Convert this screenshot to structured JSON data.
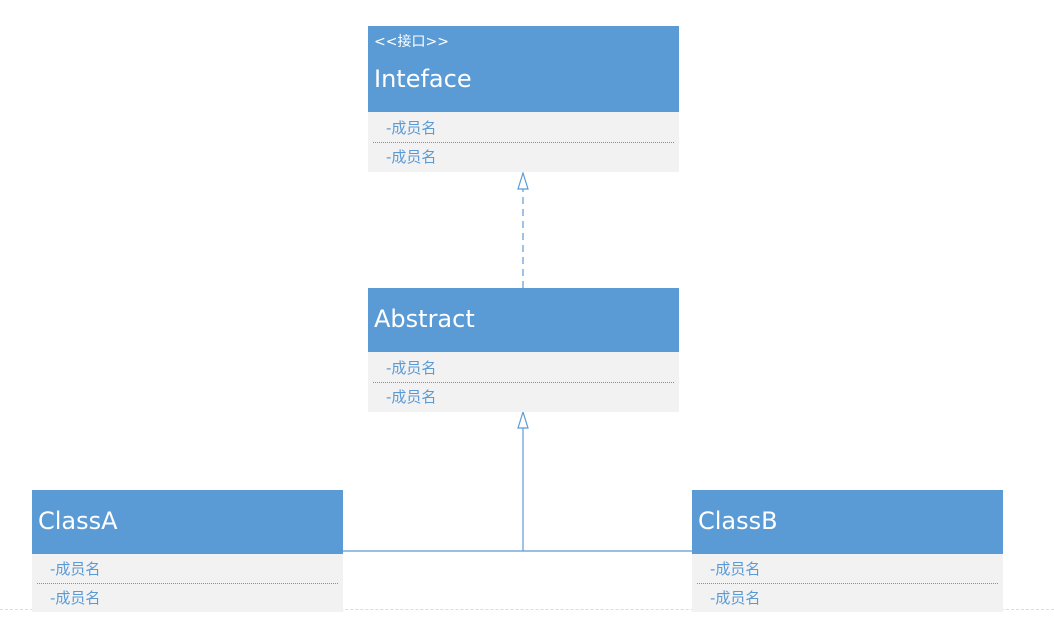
{
  "diagram": {
    "interface_box": {
      "stereotype": "<<接口>>",
      "name": "Inteface",
      "members": [
        "-成员名",
        "-成员名"
      ]
    },
    "abstract_box": {
      "name": "Abstract",
      "members": [
        "-成员名",
        "-成员名"
      ]
    },
    "class_a_box": {
      "name": "ClassA",
      "members": [
        "-成员名",
        "-成员名"
      ]
    },
    "class_b_box": {
      "name": "ClassB",
      "members": [
        "-成员名",
        "-成员名"
      ]
    },
    "relations": [
      {
        "from": "Abstract",
        "to": "Inteface",
        "kind": "realization"
      },
      {
        "from": "ClassA",
        "to": "Abstract",
        "kind": "generalization"
      },
      {
        "from": "ClassB",
        "to": "Abstract",
        "kind": "generalization"
      }
    ],
    "colors": {
      "header_fill": "#5b9bd5",
      "body_fill": "#f2f2f2",
      "connector": "#5b9bd5",
      "member_text": "#5b9bd5"
    }
  }
}
